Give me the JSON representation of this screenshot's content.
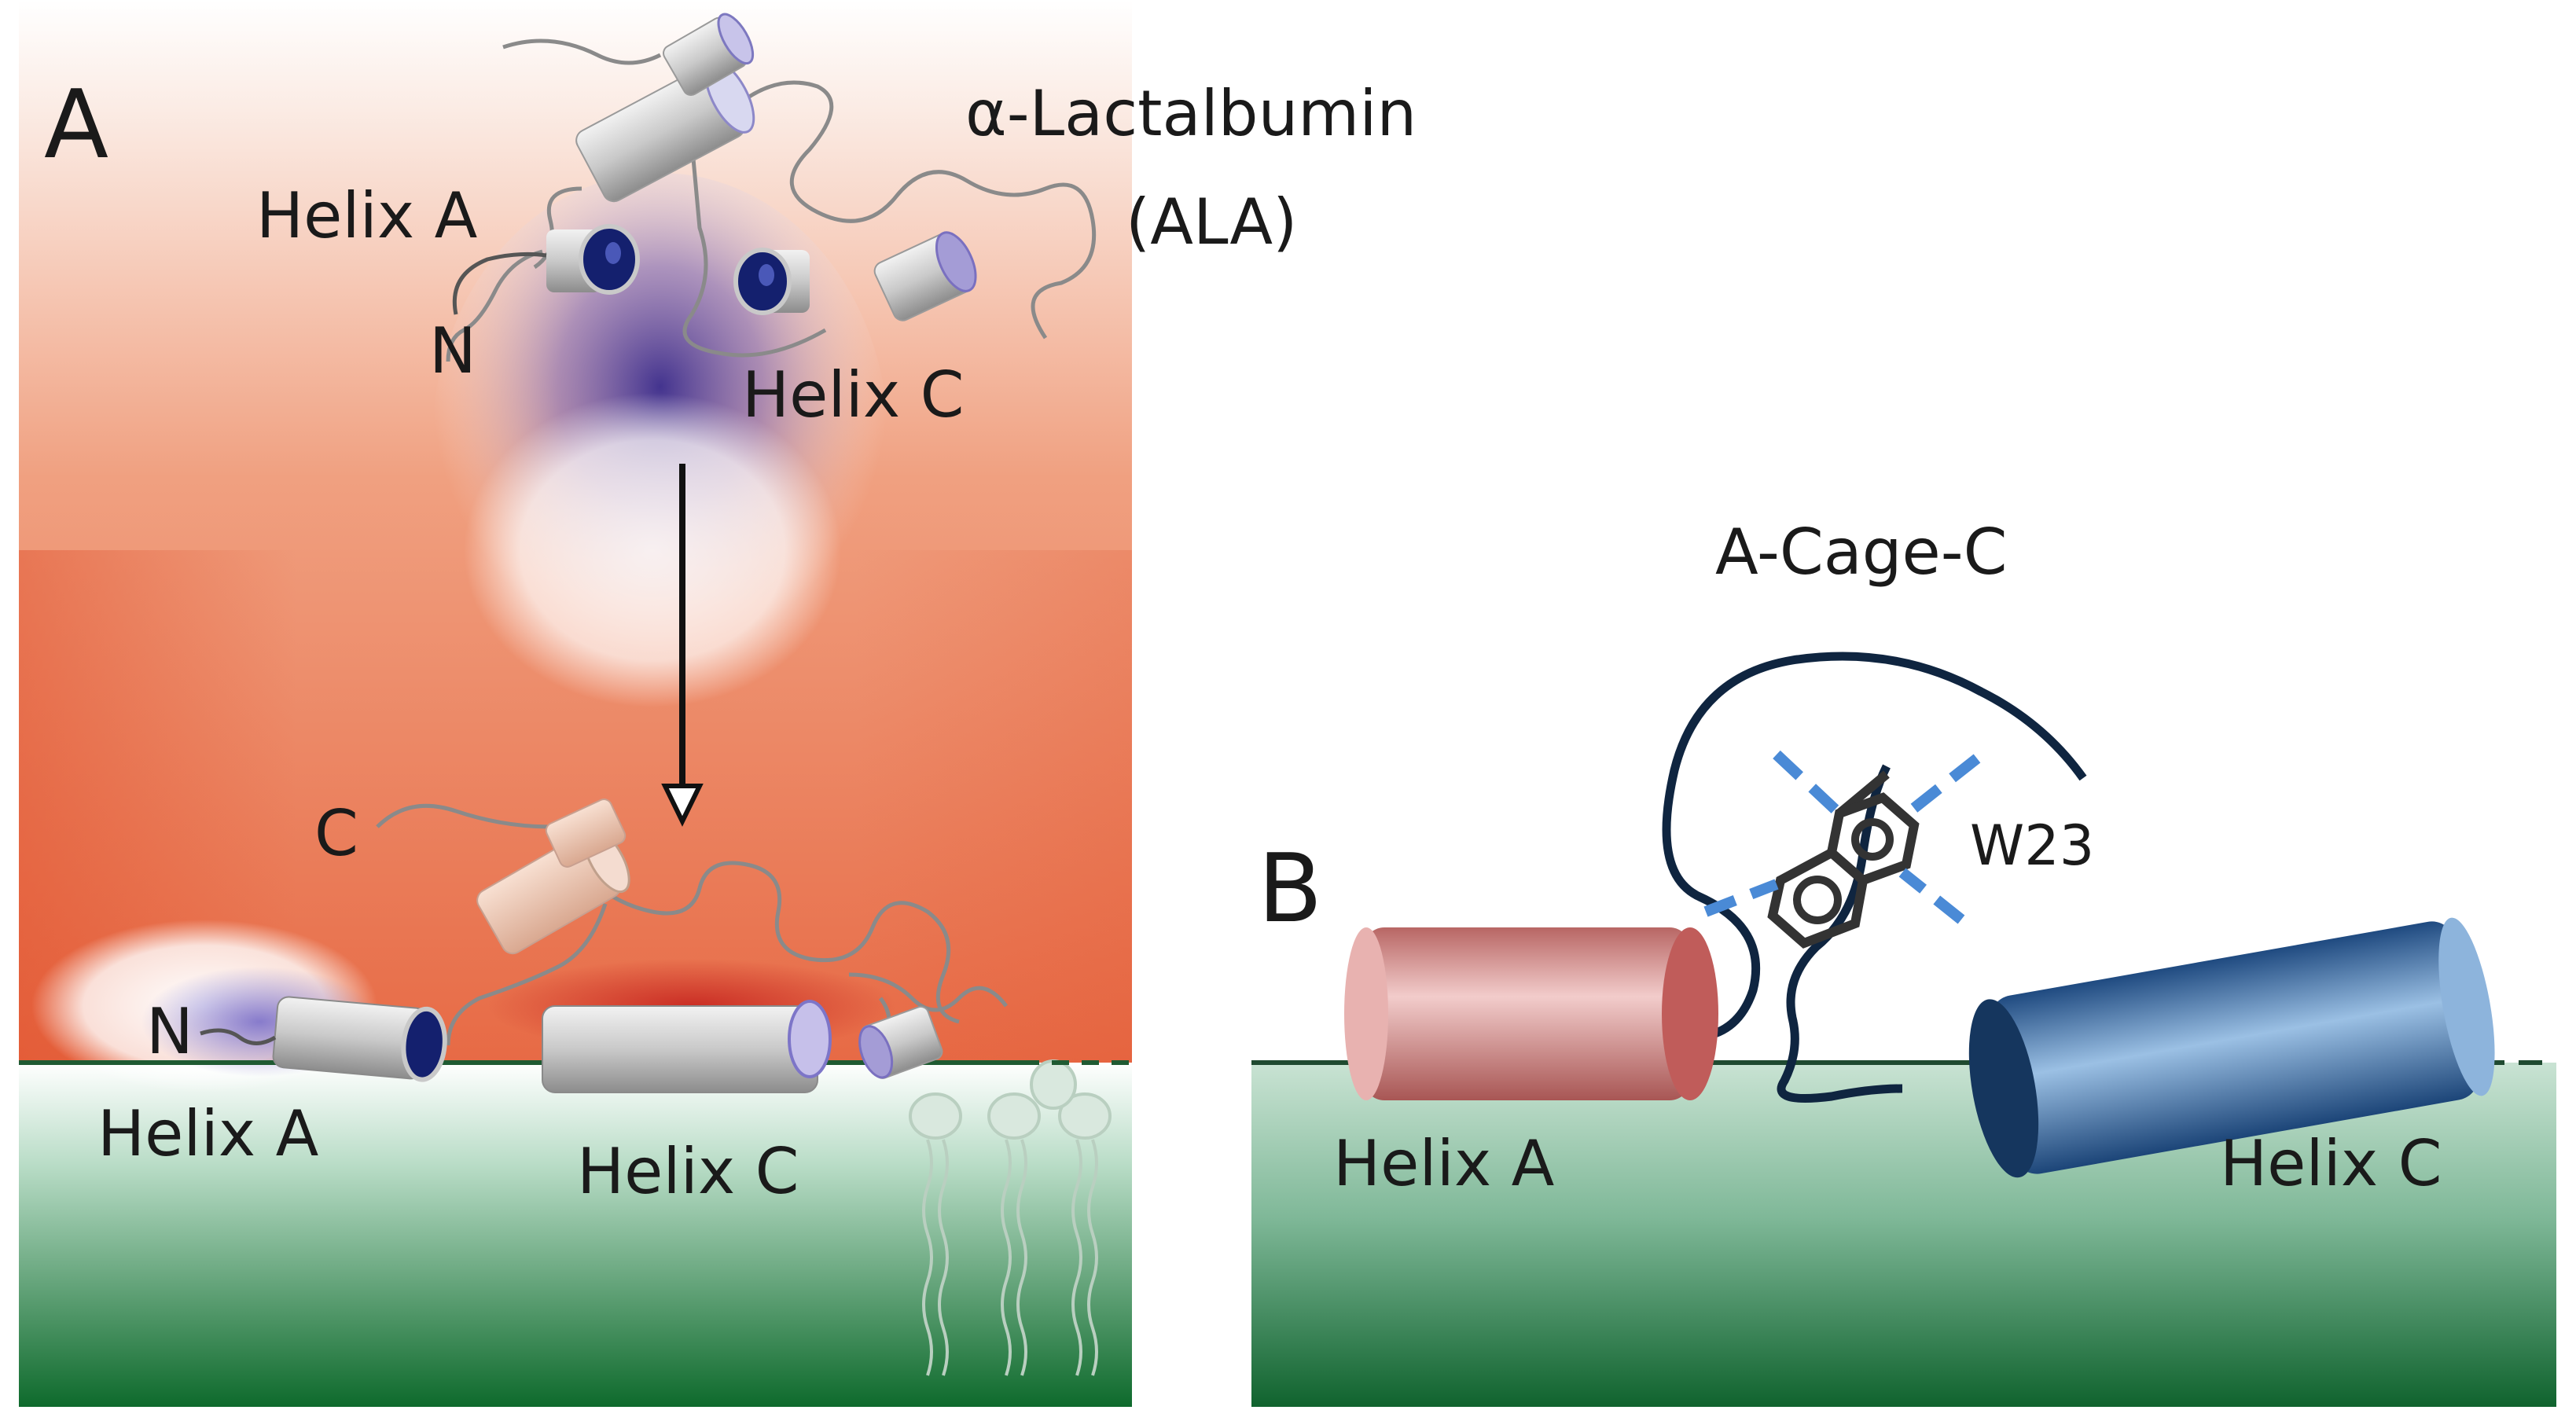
{
  "panel_a": {
    "letter": "A",
    "protein_name": "α-Lactalbumin",
    "protein_abbr": "(ALA)",
    "top": {
      "helix_a": "Helix A",
      "helix_c": "Helix C",
      "n_terminus": "N"
    },
    "bottom": {
      "c_terminus": "C",
      "n_terminus": "N",
      "helix_a": "Helix A",
      "helix_c": "Helix C"
    }
  },
  "panel_b": {
    "letter": "B",
    "title": "A-Cage-C",
    "residue": "W23",
    "helix_a": "Helix A",
    "helix_c": "Helix C"
  },
  "colors": {
    "helix_dark_blue": "#14206e",
    "helix_a_red": "#c87a78",
    "helix_c_blue": "#2c5a8e",
    "membrane_green": "#156a33",
    "cage_line": "#0f2540",
    "cage_dash": "#4a8ad6",
    "gradient_orange": "#e8603a"
  }
}
